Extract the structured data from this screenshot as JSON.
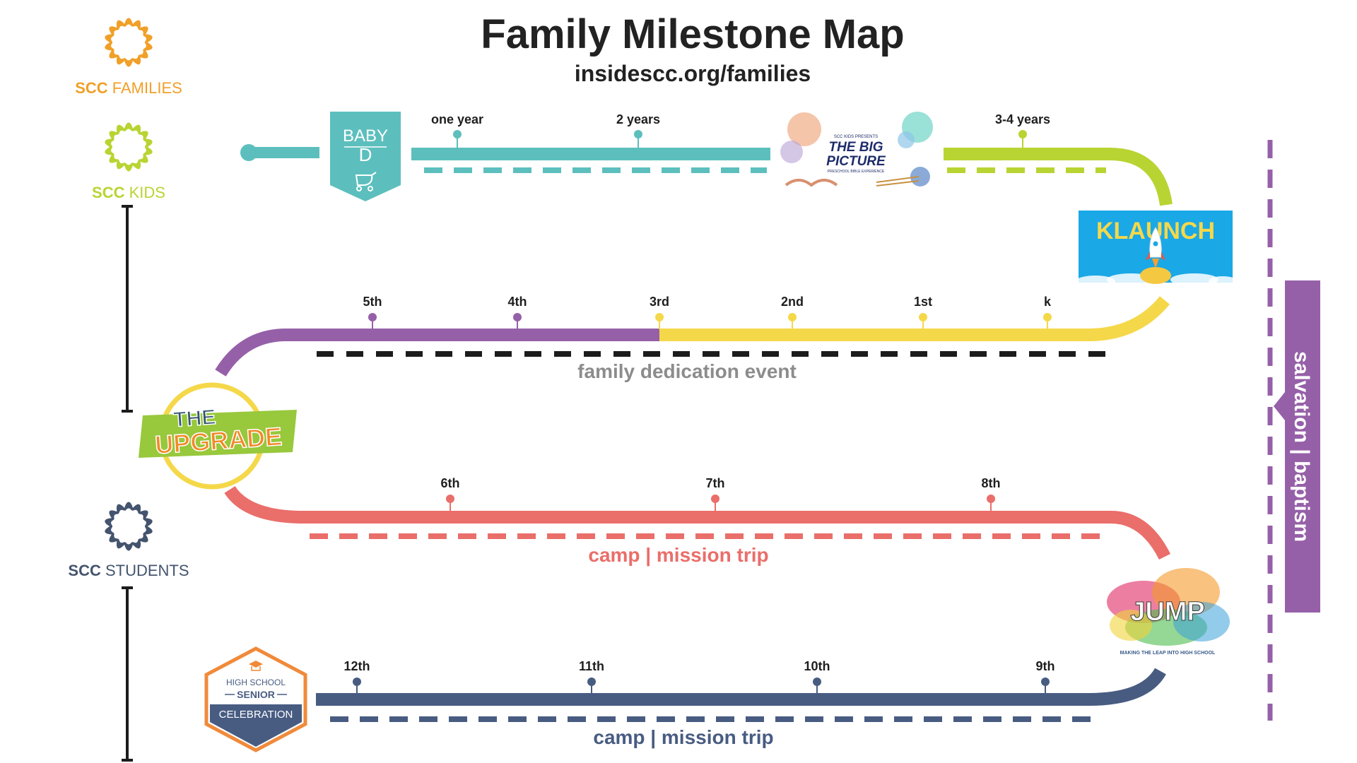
{
  "header": {
    "title": "Family Milestone Map",
    "url": "insidescc.org/families"
  },
  "brands": {
    "families": {
      "bold": "SCC",
      "rest": " FAMILIES",
      "color": "#f0a028"
    },
    "kids": {
      "bold": "SCC",
      "rest": " KIDS",
      "color": "#b8d432"
    },
    "students": {
      "bold": "SCC",
      "rest": " STUDENTS",
      "color": "#44546e"
    }
  },
  "colors": {
    "teal": "#5cbfbd",
    "green": "#b8d432",
    "yellow": "#f5d84a",
    "purple": "#9660a8",
    "coral": "#ea6e6a",
    "navy": "#485c82",
    "black": "#1c1c1c",
    "gray": "#8c8c8c"
  },
  "badges": {
    "baby_d": {
      "line1": "BABY",
      "line2": "D",
      "icon": "stroller-icon"
    },
    "big_picture": {
      "small": "SCC KIDS PRESENTS",
      "line1": "THE BIG",
      "line2": "PICTURE",
      "sub": "PRESCHOOL BIBLE EXPERIENCE"
    },
    "klaunch": {
      "text": "KLAUNCH",
      "icon": "rocket-icon"
    },
    "upgrade": {
      "line1": "THE",
      "line2": "UPGRADE"
    },
    "jump": {
      "text": "JUMP",
      "sub": "MAKING THE LEAP INTO HIGH SCHOOL"
    },
    "senior": {
      "line1": "HIGH SCHOOL",
      "line2": "SENIOR",
      "line3": "CELEBRATION",
      "icon": "graduation-cap-icon"
    }
  },
  "row1": {
    "milestones": [
      "one year",
      "2 years",
      "3-4 years"
    ]
  },
  "row2": {
    "milestones": [
      "5th",
      "4th",
      "3rd",
      "2nd",
      "1st",
      "k"
    ],
    "event": "family dedication event"
  },
  "row3": {
    "milestones": [
      "6th",
      "7th",
      "8th"
    ],
    "event": "camp | mission trip"
  },
  "row4": {
    "milestones": [
      "12th",
      "11th",
      "10th",
      "9th"
    ],
    "event": "camp | mission trip"
  },
  "sidebar": {
    "label": "salvation | baptism"
  }
}
